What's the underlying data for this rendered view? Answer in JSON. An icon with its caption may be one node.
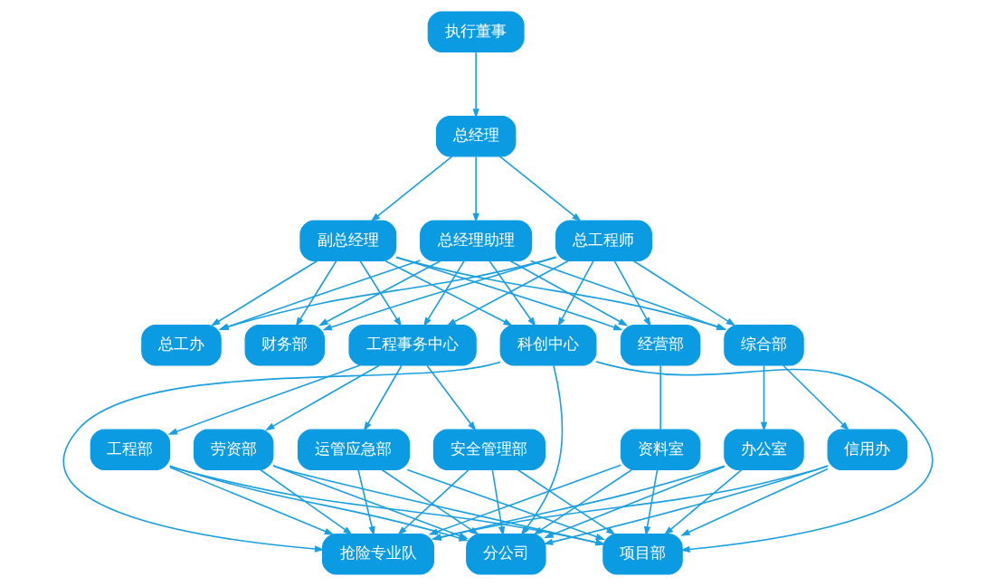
{
  "diagram": {
    "nodes": [
      {
        "text": [
          "执行董事"
        ]
      },
      {
        "text": [
          "总经理"
        ]
      },
      {
        "text": [
          "总工程师"
        ]
      },
      {
        "text": [
          "副总经理"
        ]
      },
      {
        "text": [
          "总经理助理"
        ]
      },
      {
        "text": [
          "经营部"
        ]
      },
      {
        "text": [
          "工程事务中心"
        ]
      },
      {
        "text": [
          "总工办"
        ]
      },
      {
        "text": [
          "综合部"
        ]
      },
      {
        "text": [
          "财务部"
        ]
      },
      {
        "text": [
          "科创中心"
        ]
      },
      {
        "text": [
          "资料室"
        ]
      },
      {
        "text": [
          "工程部"
        ]
      },
      {
        "text": [
          "劳资部"
        ]
      },
      {
        "text": [
          "运管应急部"
        ]
      },
      {
        "text": [
          "安全管理部"
        ]
      },
      {
        "text": [
          "办公室"
        ]
      },
      {
        "text": [
          "信用办"
        ]
      },
      {
        "text": [
          "分公司"
        ]
      },
      {
        "text": [
          "项目部"
        ]
      },
      {
        "text": [
          "抢险专业队"
        ]
      }
    ],
    "edges": [
      {
        "from": 0,
        "to": 1,
        "arrow": "to"
      },
      {
        "from": 1,
        "to": 2,
        "arrow": "to"
      },
      {
        "from": 1,
        "to": 3,
        "arrow": "to"
      },
      {
        "from": 1,
        "to": 4,
        "arrow": "to"
      },
      {
        "from": 2,
        "to": 5,
        "arrow": "to"
      },
      {
        "from": 2,
        "to": 6,
        "arrow": "to"
      },
      {
        "from": 2,
        "to": 7,
        "arrow": "to"
      },
      {
        "from": 2,
        "to": 8,
        "arrow": "to"
      },
      {
        "from": 2,
        "to": 9,
        "arrow": "to"
      },
      {
        "from": 2,
        "to": 10,
        "arrow": "to"
      },
      {
        "from": 3,
        "to": 5,
        "arrow": "to"
      },
      {
        "from": 3,
        "to": 6,
        "arrow": "to"
      },
      {
        "from": 3,
        "to": 7,
        "arrow": "to"
      },
      {
        "from": 3,
        "to": 8,
        "arrow": "to"
      },
      {
        "from": 3,
        "to": 9,
        "arrow": "to"
      },
      {
        "from": 3,
        "to": 10,
        "arrow": "to"
      },
      {
        "from": 4,
        "to": 5,
        "arrow": "to"
      },
      {
        "from": 4,
        "to": 6,
        "arrow": "to"
      },
      {
        "from": 4,
        "to": 7,
        "arrow": "to"
      },
      {
        "from": 4,
        "to": 8,
        "arrow": "to"
      },
      {
        "from": 4,
        "to": 9,
        "arrow": "to"
      },
      {
        "from": 4,
        "to": 10,
        "arrow": "to"
      },
      {
        "from": 5,
        "to": 11,
        "arrow": "none"
      },
      {
        "from": 6,
        "to": 12,
        "arrow": "to"
      },
      {
        "from": 6,
        "to": 13,
        "arrow": "to"
      },
      {
        "from": 6,
        "to": 14,
        "arrow": "to"
      },
      {
        "from": 6,
        "to": 15,
        "arrow": "to"
      },
      {
        "from": 8,
        "to": 16,
        "arrow": "to"
      },
      {
        "from": 8,
        "to": 17,
        "arrow": "to"
      },
      {
        "from": 11,
        "to": 18,
        "arrow": "to"
      },
      {
        "from": 11,
        "to": 19,
        "arrow": "to"
      },
      {
        "from": 11,
        "to": 20,
        "arrow": "to"
      },
      {
        "from": 12,
        "to": 18,
        "arrow": "to"
      },
      {
        "from": 12,
        "to": 19,
        "arrow": "to"
      },
      {
        "from": 12,
        "to": 20,
        "arrow": "to"
      },
      {
        "from": 13,
        "to": 18,
        "arrow": "to"
      },
      {
        "from": 13,
        "to": 19,
        "arrow": "to"
      },
      {
        "from": 13,
        "to": 20,
        "arrow": "to"
      },
      {
        "from": 14,
        "to": 18,
        "arrow": "to"
      },
      {
        "from": 14,
        "to": 19,
        "arrow": "to"
      },
      {
        "from": 14,
        "to": 20,
        "arrow": "to"
      },
      {
        "from": 15,
        "to": 18,
        "arrow": "to"
      },
      {
        "from": 15,
        "to": 19,
        "arrow": "to"
      },
      {
        "from": 15,
        "to": 20,
        "arrow": "to"
      },
      {
        "from": 16,
        "to": 18,
        "arrow": "to"
      },
      {
        "from": 16,
        "to": 19,
        "arrow": "to"
      },
      {
        "from": 16,
        "to": 20,
        "arrow": "to"
      },
      {
        "from": 17,
        "to": 18,
        "arrow": "to"
      },
      {
        "from": 17,
        "to": 19,
        "arrow": "to"
      },
      {
        "from": 17,
        "to": 20,
        "arrow": "to"
      },
      {
        "from": 10,
        "to": 18,
        "arrow": "to"
      },
      {
        "from": 10,
        "to": 19,
        "arrow": "to"
      },
      {
        "from": 10,
        "to": 20,
        "arrow": "to"
      }
    ]
  }
}
